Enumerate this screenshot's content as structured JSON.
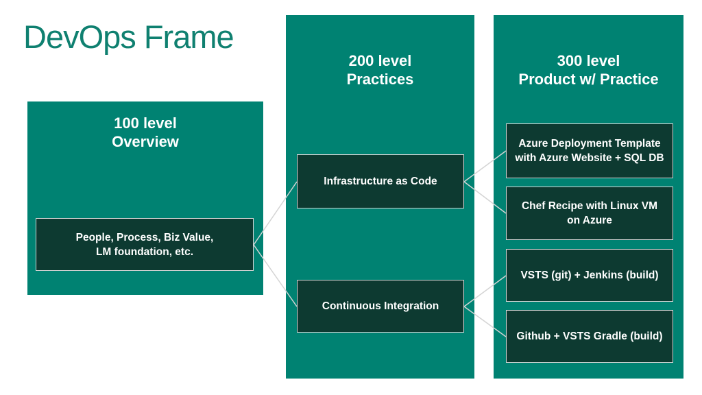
{
  "title": "DevOps Frame",
  "colors": {
    "panel": "#008272",
    "node": "#0d3a31",
    "nodeBorder": "#d6d6d6",
    "connector": "#d4d4d4",
    "titleColor": "#0f8070",
    "text": "#ffffff"
  },
  "columns": [
    {
      "heading1": "100 level",
      "heading2": "Overview",
      "boxes": [
        {
          "line1": "People, Process, Biz Value,",
          "line2": "LM foundation, etc."
        }
      ]
    },
    {
      "heading1": "200 level",
      "heading2": "Practices",
      "boxes": [
        {
          "line1": "Infrastructure as Code",
          "line2": ""
        },
        {
          "line1": "Continuous Integration",
          "line2": ""
        }
      ]
    },
    {
      "heading1": "300 level",
      "heading2": "Product w/ Practice",
      "boxes": [
        {
          "line1": "Azure Deployment Template",
          "line2": "with Azure Website + SQL DB"
        },
        {
          "line1": "Chef Recipe with Linux VM",
          "line2": "on Azure"
        },
        {
          "line1": "VSTS (git) + Jenkins (build)",
          "line2": ""
        },
        {
          "line1": "Github + VSTS Gradle (build)",
          "line2": ""
        }
      ]
    }
  ]
}
